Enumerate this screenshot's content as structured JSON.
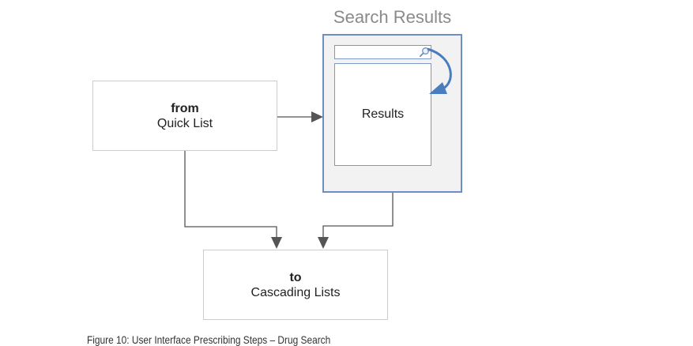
{
  "search_results": {
    "title": "Search Results",
    "results_label": "Results"
  },
  "from_box": {
    "keyword": "from",
    "label": "Quick List"
  },
  "to_box": {
    "keyword": "to",
    "label": "Cascading Lists"
  },
  "caption": "Figure 10: User Interface Prescribing Steps – Drug Search",
  "colors": {
    "panel_border": "#6b8fc4",
    "panel_fill": "#f2f2f2",
    "curved_arrow": "#4a7cc0",
    "connector": "#555555",
    "title_text": "#8a8a8a"
  }
}
